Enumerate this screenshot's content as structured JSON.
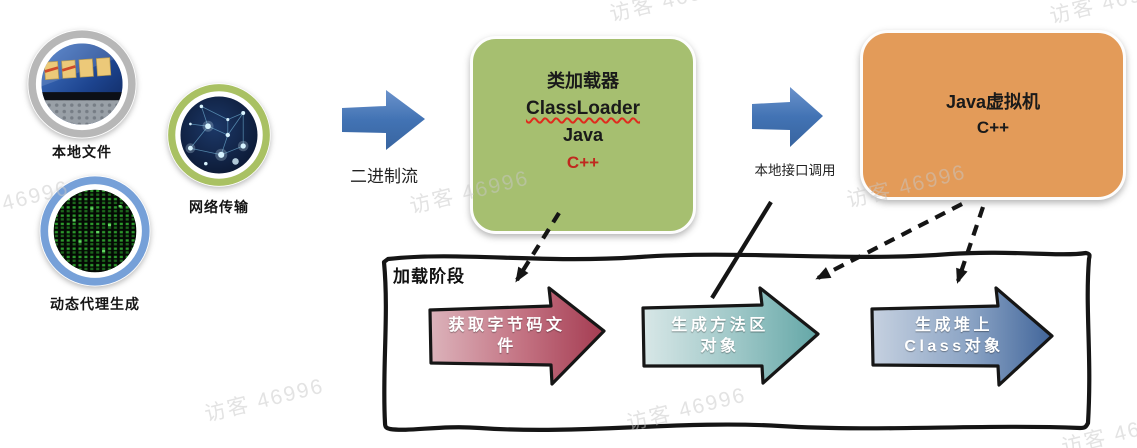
{
  "sources": [
    {
      "label": "本地文件",
      "image": "folders-on-laptop-photo",
      "ring_color": "#b7b7b7"
    },
    {
      "label": "网络传输",
      "image": "network-nodes-photo",
      "ring_color": "#a9c163"
    },
    {
      "label": "动态代理生成",
      "image": "matrix-code-photo",
      "ring_color": "#76a0d8"
    }
  ],
  "flow_arrows": [
    {
      "label": "二进制流"
    },
    {
      "label": "本地接口调用"
    }
  ],
  "classloader_box": {
    "title": "类加载器",
    "subtitle": "ClassLoader",
    "lang_java": "Java",
    "lang_cpp": "C++"
  },
  "jvm_box": {
    "title": "Java虚拟机",
    "lang": "C++"
  },
  "loading_phase": {
    "label": "加载阶段",
    "steps": [
      {
        "line1": "获取字节码文",
        "line2": "件",
        "color_from": "#dcb3bb",
        "color_to": "#a43c52"
      },
      {
        "line1": "生成方法区",
        "line2": "对象",
        "color_from": "#d8e7e7",
        "color_to": "#64a7a7"
      },
      {
        "line1": "生成堆上",
        "line2": "Class对象",
        "color_from": "#c6d1e0",
        "color_to": "#41659a"
      }
    ]
  },
  "watermark": {
    "text": "访客 46996"
  },
  "colors": {
    "classloader_box_fill": "#a6bf70",
    "jvm_box_fill": "#e39b59",
    "flow_arrow_blue": "#4a77b6",
    "cpp_red": "#c0281e",
    "outline_black": "#151515"
  }
}
